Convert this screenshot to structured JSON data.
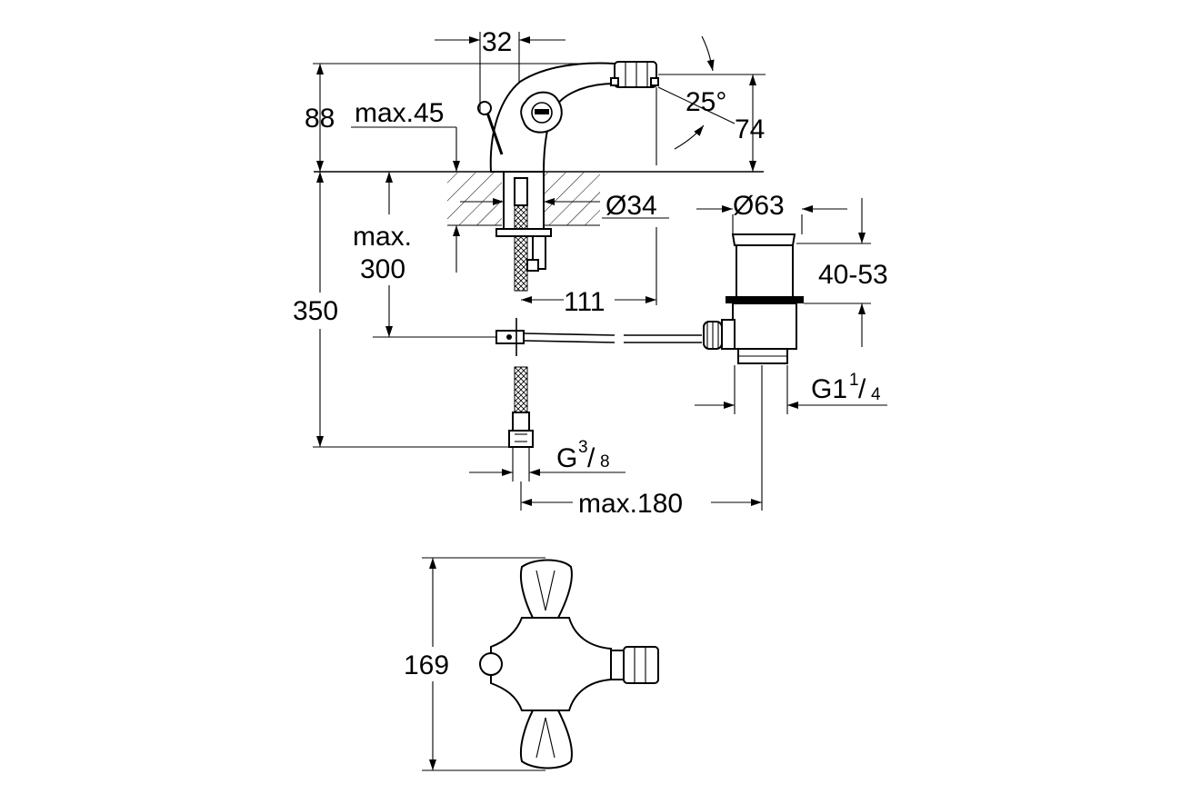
{
  "dimensions": {
    "d32": "32",
    "d88": "88",
    "max45": "max.45",
    "angle": "25°",
    "d74": "74",
    "max300_line1": "max.",
    "max300_line2": "300",
    "d350": "350",
    "dia34": "Ø34",
    "dia63": "Ø63",
    "d4053": "40-53",
    "d111": "111",
    "g114_main": "G1",
    "g114_num": "1",
    "g114_den": "4",
    "g38_main": "G",
    "g38_num": "3",
    "g38_den": "8",
    "max180": "max.180",
    "d169": "169"
  }
}
